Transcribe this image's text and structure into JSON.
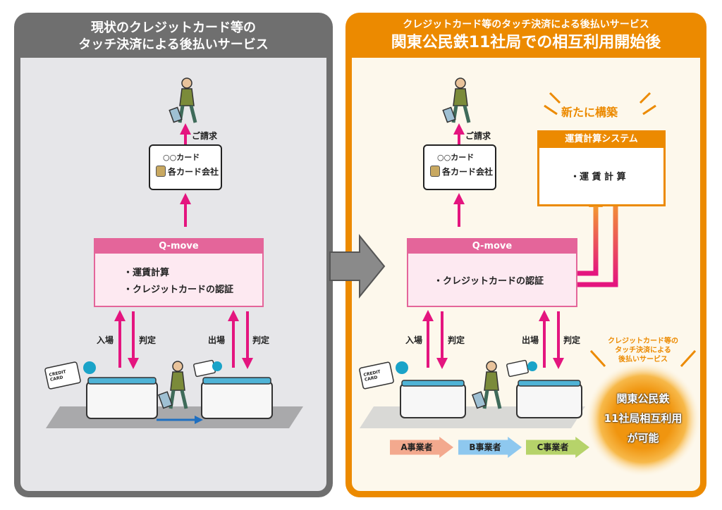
{
  "left": {
    "title_line1": "現状のクレジットカード等の",
    "title_line2": "タッチ決済による後払いサービス",
    "billing_label": "ご請求",
    "card_box": {
      "line1": "○○カード",
      "line2": "各カード会社"
    },
    "qmove": {
      "title": "Q-move",
      "items": [
        "・運賃計算",
        "・クレジットカードの認証"
      ]
    },
    "entry_label": "入場",
    "judge1_label": "判定",
    "exit_label": "出場",
    "judge2_label": "判定"
  },
  "right": {
    "title_line1": "クレジットカード等のタッチ決済による後払いサービス",
    "title_line2": "関東公民鉄11社局での相互利用開始後",
    "billing_label": "ご請求",
    "card_box": {
      "line1": "○○カード",
      "line2": "各カード会社"
    },
    "qmove": {
      "title": "Q-move",
      "items": [
        "・クレジットカードの認証"
      ]
    },
    "new_build": "新たに構築",
    "fare_system": {
      "title": "運賃計算システム",
      "item": "・運 賃 計 算"
    },
    "entry_label": "入場",
    "judge1_label": "判定",
    "exit_label": "出場",
    "judge2_label": "判定",
    "operators": [
      "A事業者",
      "B事業者",
      "C事業者"
    ],
    "callout": {
      "line1": "クレジットカード等の",
      "line2": "タッチ決済による",
      "line3": "後払いサービス"
    },
    "badge": {
      "line1": "関東公民鉄",
      "line2": "11社局相互利用",
      "line3": "が可能"
    }
  },
  "card_icon_text": "CREDIT CARD",
  "colors": {
    "gray": "#6f6f6f",
    "orange": "#ec8a00",
    "pink": "#e4157f",
    "qmove": "#e4659a"
  }
}
